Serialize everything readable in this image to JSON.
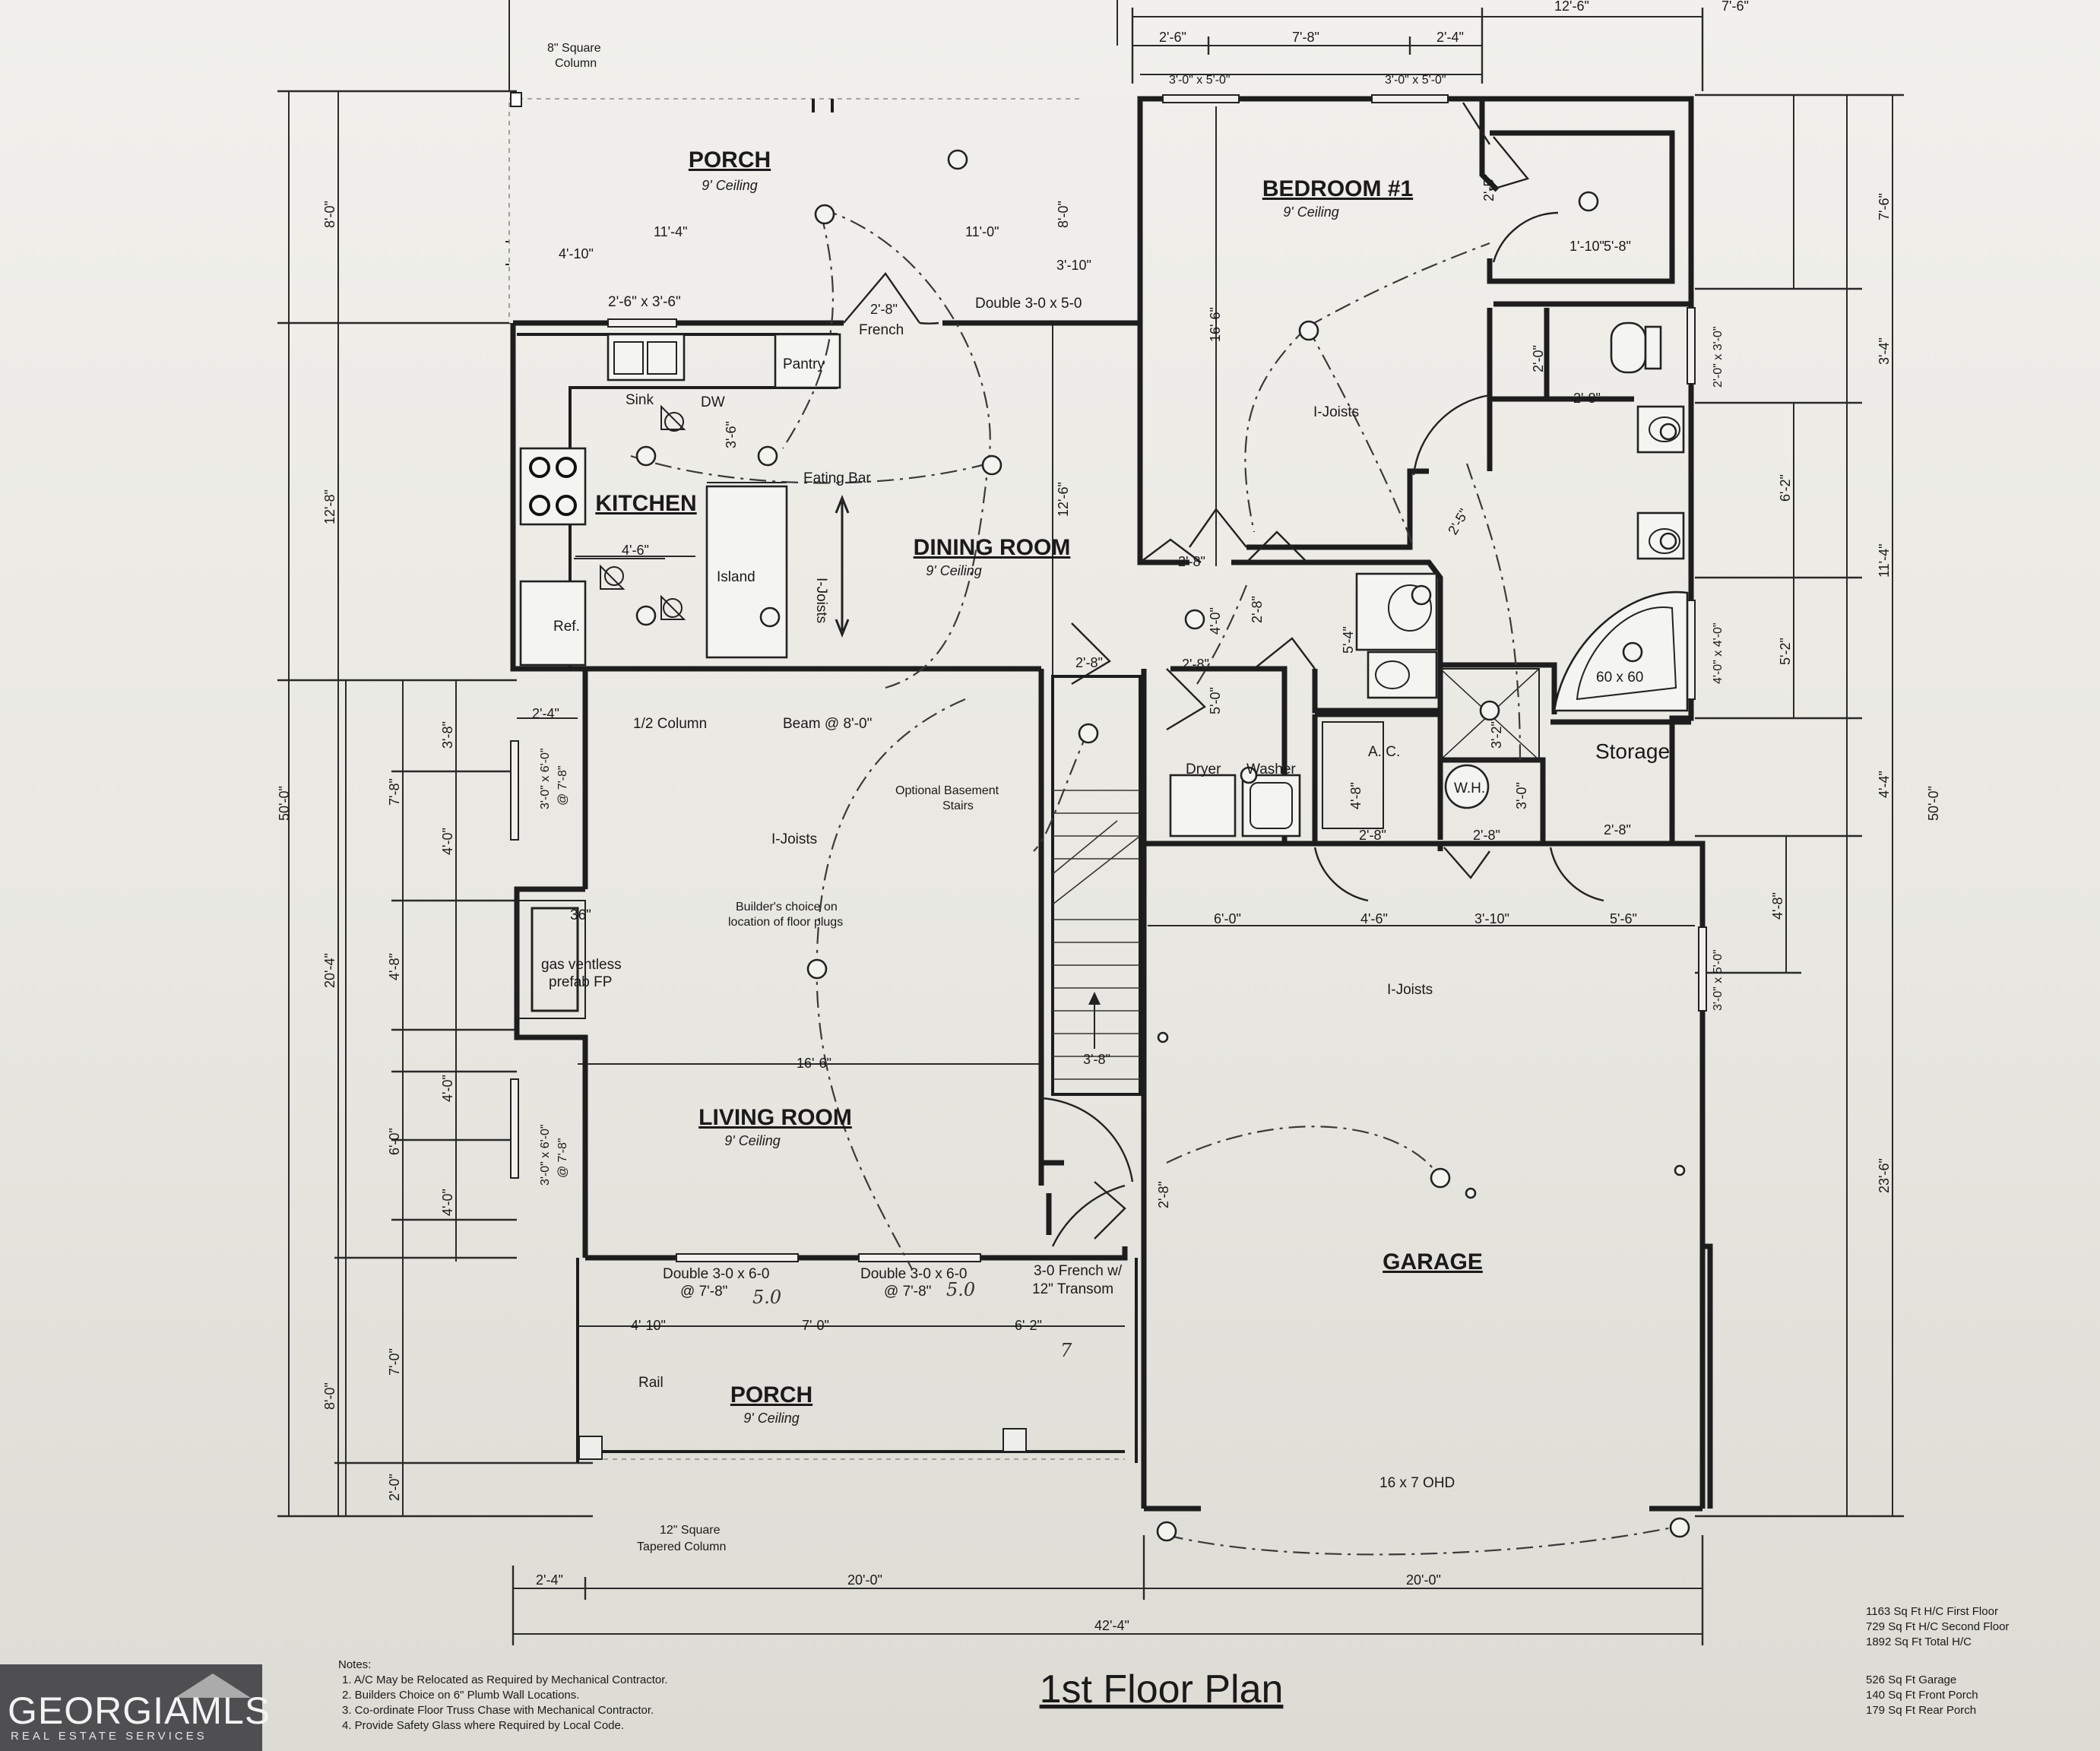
{
  "title": "1st Floor Plan",
  "rooms": {
    "porch_rear": {
      "name": "PORCH",
      "ceiling": "9' Ceiling"
    },
    "bedroom1": {
      "name": "BEDROOM #1",
      "ceiling": "9' Ceiling"
    },
    "kitchen": {
      "name": "KITCHEN"
    },
    "dining": {
      "name": "DINING ROOM",
      "ceiling": "9' Ceiling"
    },
    "living": {
      "name": "LIVING ROOM",
      "ceiling": "9' Ceiling"
    },
    "garage": {
      "name": "GARAGE"
    },
    "porch_front": {
      "name": "PORCH",
      "ceiling": "9' Ceiling"
    },
    "storage": {
      "name": "Storage"
    }
  },
  "labels": {
    "square_column": "8\" Square",
    "square_column2": "Column",
    "sink": "Sink",
    "dw": "DW",
    "pantry": "Pantry",
    "eating_bar": "Eating Bar",
    "island": "Island",
    "ref": "Ref.",
    "half_column": "1/2 Column",
    "beam": "Beam @ 8'-0\"",
    "optional_stairs1": "Optional Basement",
    "optional_stairs2": "Stairs",
    "builders_choice1": "Builder's choice on",
    "builders_choice2": "location of floor plugs",
    "fp1": "36\"",
    "fp2": "gas ventless",
    "fp3": "prefab FP",
    "rail": "Rail",
    "tapered1": "12\" Square",
    "tapered2": "Tapered Column",
    "dryer": "Dryer",
    "washer": "Washer",
    "ac": "A. C.",
    "wh": "W.H.",
    "tub": "60 x 60",
    "ohd": "16 x 7 OHD",
    "french": "French",
    "double_rear": "Double 3-0 x 5-0",
    "win_rear_porch": "2'-6\" x 3'-6\"",
    "win_bed_a": "3'-0\" x 5'-0\"",
    "win_bed_b": "3'-0\" x 5'-0\"",
    "front_double_a1": "Double 3-0 x 6-0",
    "front_double_a2": "@ 7'-8\"",
    "front_double_b1": "Double 3-0 x 6-0",
    "front_double_b2": "@ 7'-8\"",
    "front_french1": "3-0 French w/",
    "front_french2": "12\" Transom",
    "liv_win_top": "3'-0\" x 6'-0\"",
    "liv_win_top2": "@ 7'-8\"",
    "liv_win_bot": "3'-0\" x 6'-0\"",
    "liv_win_bot2": "@ 7'-8\"",
    "win_right_a": "2'-0\" x 3'-0\"",
    "win_right_b": "4'-0\" x 4'-0\"",
    "win_right_c": "3'-0\" x 5'-0\"",
    "ijoists": "I-Joists",
    "hand_a": "5.0",
    "hand_b": "5.0",
    "hand_c": "7"
  },
  "dimensions": {
    "top_overall_left": "12'-6\"",
    "top_overall_right": "7'-6\"",
    "top_a": "2'-6\"",
    "top_b": "7'-8\"",
    "top_c": "2'-4\"",
    "porch_depth": "8'-0\"",
    "porch_11_4": "11'-4\"",
    "porch_11_0": "11'-0\"",
    "porch_4_10": "4'-10\"",
    "dining_3_10": "3'-10\"",
    "french_2_8": "2'-8\"",
    "kitchen_3_6": "3'-6\"",
    "kitchen_4_6": "4'-6\"",
    "bed_16_6": "16'-6\"",
    "dining_12_6": "12'-6\"",
    "hall_2_8a": "2'-8\"",
    "hall_2_8b": "2'-8\"",
    "hall_2_8c": "2'-8\"",
    "hall_2_8d": "2'-8\"",
    "hall_4_0": "4'-0\"",
    "hall_5_0": "5'-0\"",
    "bath_5_4": "5'-4\"",
    "closet_2_5": "2'-5\"",
    "closet_1_10": "1'-10\"",
    "closet_5_8": "5'-8\"",
    "closet_2_0": "2'-0\"",
    "closet_2_8": "2'-8\"",
    "closet_2_5b": "2'-5\"",
    "ac_4_8": "4'-8\"",
    "util_2_8a": "2'-8\"",
    "util_2_8b": "2'-8\"",
    "util_2_8c": "2'-8\"",
    "shower_3_2": "3'-2\"",
    "wh_3_0": "3'-0\"",
    "gar_6_0": "6'-0\"",
    "gar_4_6": "4'-6\"",
    "gar_3_10": "3'-10\"",
    "gar_5_6": "5'-6\"",
    "liv_16_6": "16'-6\"",
    "stair_3_8": "3'-8\"",
    "gar_door_2_8": "2'-8\"",
    "fp_2_4": "2'-4\"",
    "front_4_10": "4'-10\"",
    "front_7_0": "7'-0\"",
    "front_6_2": "6'-2\"",
    "bottom_2_4": "2'-4\"",
    "bottom_20_0a": "20'-0\"",
    "bottom_20_0b": "20'-0\"",
    "bottom_42_4": "42'-4\"",
    "left_8_0": "8'-0\"",
    "left_12_8": "12'-8\"",
    "left_50_0": "50'-0\"",
    "left_20_4": "20'-4\"",
    "left_8_0b": "8'-0\"",
    "left_3_8": "3'-8\"",
    "left_7_8": "7'-8\"",
    "left_4_0a": "4'-0\"",
    "left_4_8": "4'-8\"",
    "left_4_0b": "4'-0\"",
    "left_6_0": "6'-0\"",
    "left_4_0c": "4'-0\"",
    "left_7_0": "7'-0\"",
    "left_2_0": "2'-0\"",
    "right_7_6": "7'-6\"",
    "right_3_4": "3'-4\"",
    "right_6_2": "6'-2\"",
    "right_11_4": "11'-4\"",
    "right_5_2": "5'-2\"",
    "right_4_4": "4'-4\"",
    "right_50_0": "50'-0\"",
    "right_4_8": "4'-8\"",
    "right_23_6": "23'-6\""
  },
  "areas": [
    "1163 Sq Ft H/C First Floor",
    "729 Sq Ft H/C Second Floor",
    "1892 Sq Ft Total H/C",
    "526 Sq Ft Garage",
    "140 Sq Ft Front Porch",
    "179 Sq Ft Rear Porch"
  ],
  "notes": {
    "heading": "Notes:",
    "items": [
      "1.  A/C May be Relocated as Required by Mechanical Contractor.",
      "2.  Builders Choice on 6\" Plumb Wall Locations.",
      "3.  Co-ordinate Floor Truss Chase with Mechanical Contractor.",
      "4.  Provide Safety Glass where Required by Local Code."
    ]
  },
  "logo": {
    "brand": "GEORGIAMLS",
    "tagline": "REAL ESTATE SERVICES"
  },
  "colors": {
    "paper": "#f1f0ec",
    "ink": "#1d1d1d",
    "logo_bg": "#4f4f52"
  }
}
